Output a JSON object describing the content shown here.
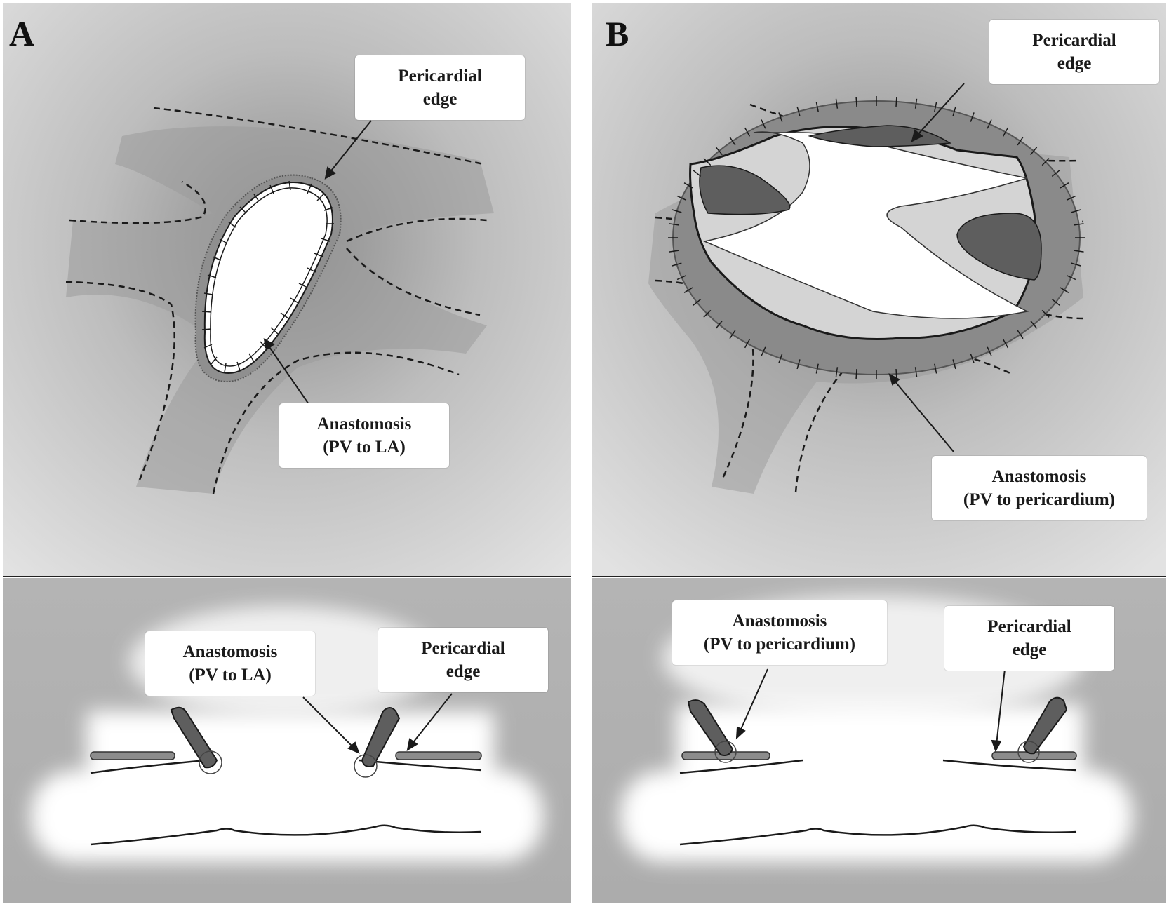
{
  "panels": [
    {
      "letter": "A",
      "top_labels": {
        "pericardial_edge": [
          "Pericardial",
          "edge"
        ],
        "anastomosis": [
          "Anastomosis",
          "(PV to LA)"
        ]
      },
      "bottom_labels": {
        "anastomosis": [
          "Anastomosis",
          "(PV to LA)"
        ],
        "pericardial_edge": [
          "Pericardial",
          "edge"
        ]
      }
    },
    {
      "letter": "B",
      "top_labels": {
        "pericardial_edge": [
          "Pericardial",
          "edge"
        ],
        "anastomosis": [
          "Anastomosis",
          "(PV to pericardium)"
        ]
      },
      "bottom_labels": {
        "anastomosis": [
          "Anastomosis",
          "(PV to pericardium)"
        ],
        "pericardial_edge": [
          "Pericardial",
          "edge"
        ]
      }
    }
  ],
  "colors": {
    "background_light": "#e4e4e4",
    "background_mid": "#a9a9a9",
    "tissue_dark": "#5e5e5e",
    "tissue_mid": "#8c8c8c",
    "line": "#1a1a1a"
  }
}
